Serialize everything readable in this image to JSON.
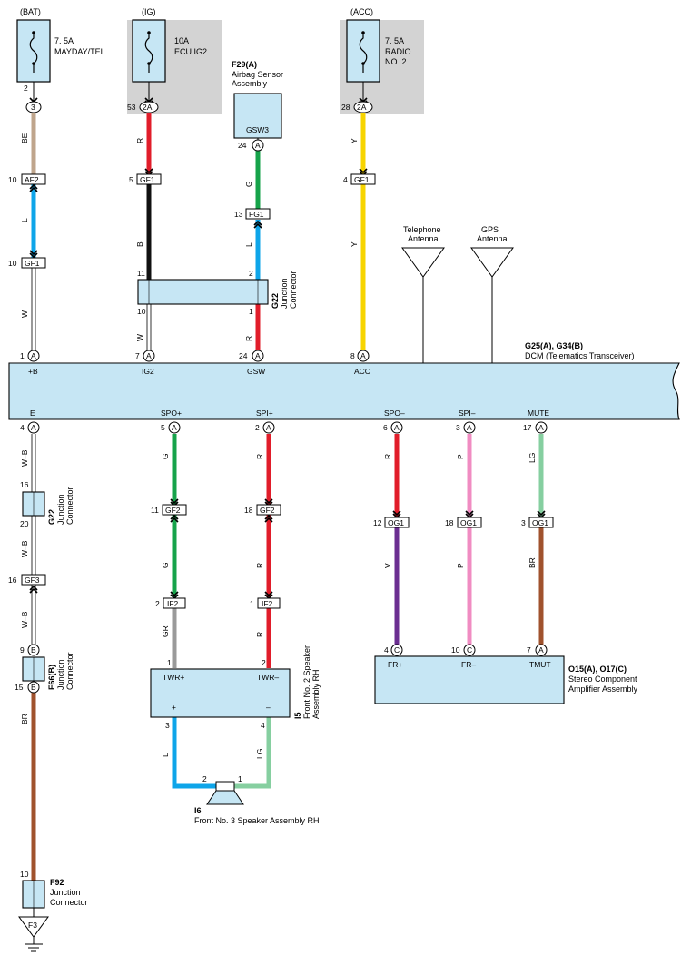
{
  "fuses": {
    "bat": {
      "source": "(BAT)",
      "rating": "7. 5A",
      "name": "MAYDAY/TEL"
    },
    "ig": {
      "source": "(IG)",
      "rating": "10A",
      "name": "ECU IG2"
    },
    "acc": {
      "source": "(ACC)",
      "rating": "7. 5A",
      "name1": "RADIO",
      "name2": "NO. 2"
    }
  },
  "components": {
    "f29": {
      "code": "F29(A)",
      "name1": "Airbag Sensor",
      "name2": "Assembly",
      "terminal": "GSW3"
    },
    "g22_top": {
      "code": "G22",
      "name1": "Junction",
      "name2": "Connector"
    },
    "g22_left": {
      "code": "G22",
      "name1": "Junction",
      "name2": "Connector"
    },
    "f66": {
      "code": "F66(B)",
      "name1": "Junction",
      "name2": "Connector"
    },
    "f92": {
      "code": "F92",
      "name1": "Junction",
      "name2": "Connector"
    },
    "ground": "F3",
    "dcm": {
      "code": "G25(A), G34(B)",
      "name": "DCM (Telematics Transceiver)",
      "top_terms": [
        "+B",
        "IG2",
        "GSW",
        "ACC"
      ],
      "bottom_terms": [
        "E",
        "SPO+",
        "SPI+",
        "SPO–",
        "SPI–",
        "MUTE"
      ]
    },
    "i5": {
      "code": "I5",
      "name1": "Front No. 2 Speaker",
      "name2": "Assembly RH",
      "terms": [
        "TWR+",
        "TWR–"
      ],
      "plus": "+",
      "minus": "–"
    },
    "i6": {
      "code": "I6",
      "name": "Front No. 3 Speaker Assembly RH"
    },
    "amp": {
      "code": "O15(A), O17(C)",
      "name1": "Stereo Component",
      "name2": "Amplifier Assembly",
      "terms": [
        "FR+",
        "FR–",
        "TMUT"
      ]
    },
    "tel_antenna": {
      "name1": "Telephone",
      "name2": "Antenna"
    },
    "gps_antenna": {
      "name1": "GPS",
      "name2": "Antenna"
    }
  },
  "wire_colors": {
    "BE": "#bfa58c",
    "L": "#0ea5e9",
    "W": "#ffffff",
    "R": "#e11d2a",
    "B": "#111111",
    "G": "#16a34a",
    "Y": "#f7d400",
    "W-B": "#ffffff",
    "GR": "#9a9a9a",
    "P": "#f08cc2",
    "LG": "#86cfa0",
    "V": "#6b2e91",
    "BR": "#a0522d"
  },
  "labels": {
    "col1": {
      "pin_fuse": "2",
      "pin_3": "3",
      "w1": "BE",
      "af2_pin": "10",
      "af2": "AF2",
      "w2": "L",
      "gf1_pin": "10",
      "gf1": "GF1",
      "w3": "W",
      "dcm_pin": "1",
      "dcm_conn": "A"
    },
    "col2": {
      "pin_fuse": "53",
      "conn": "2A",
      "w1": "R",
      "gf1_pin": "5",
      "gf1": "GF1",
      "w2": "B",
      "g22_in": "11",
      "g22_out": "10",
      "w3": "W",
      "dcm_pin": "7",
      "dcm_conn": "A"
    },
    "col3": {
      "pin_top": "24",
      "conn_top": "A",
      "w1": "G",
      "fg1_pin": "13",
      "fg1": "FG1",
      "w2": "L",
      "g22_in": "2",
      "g22_out": "1",
      "w3": "R",
      "dcm_pin": "24",
      "dcm_conn": "A"
    },
    "col4": {
      "pin_fuse": "28",
      "conn": "2A",
      "w1": "Y",
      "gf1_pin": "4",
      "gf1": "GF1",
      "w2": "Y",
      "dcm_pin": "8",
      "dcm_conn": "A"
    },
    "e": {
      "dcm_pin": "4",
      "dcm_conn": "A",
      "w1": "W–B",
      "g22_in": "16",
      "g22_out": "20",
      "w2": "W–B",
      "gf3_pin": "16",
      "gf3": "GF3",
      "w3": "W–B",
      "f66_in": "9",
      "f66_conn": "B",
      "f66_out": "15",
      "w4": "BR",
      "f92_pin": "10"
    },
    "spo_plus": {
      "dcm_pin": "5",
      "dcm_conn": "A",
      "w1": "G",
      "gf2_pin": "11",
      "gf2": "GF2",
      "w2": "G",
      "if2_pin": "2",
      "if2": "IF2",
      "w3": "GR",
      "i5_pin": "1"
    },
    "spi_plus": {
      "dcm_pin": "2",
      "dcm_conn": "A",
      "w1": "R",
      "gf2_pin": "18",
      "gf2": "GF2",
      "w2": "R",
      "if2_pin": "1",
      "if2": "IF2",
      "w3": "R",
      "i5_pin": "2"
    },
    "spo_minus": {
      "dcm_pin": "6",
      "dcm_conn": "A",
      "w1": "R",
      "og1_pin": "12",
      "og1": "OG1",
      "w2": "V",
      "amp_pin": "4",
      "amp_conn": "C"
    },
    "spi_minus": {
      "dcm_pin": "3",
      "dcm_conn": "A",
      "w1": "P",
      "og1_pin": "18",
      "og1": "OG1",
      "w2": "P",
      "amp_pin": "10",
      "amp_conn": "C"
    },
    "mute": {
      "dcm_pin": "17",
      "dcm_conn": "A",
      "w1": "LG",
      "og1_pin": "3",
      "og1": "OG1",
      "w2": "BR",
      "amp_pin": "7",
      "amp_conn": "A"
    },
    "speaker": {
      "plus_pin": "3",
      "minus_pin": "4",
      "w_plus": "L",
      "w_minus": "LG",
      "i6_pin1": "2",
      "i6_pin2": "1"
    }
  }
}
